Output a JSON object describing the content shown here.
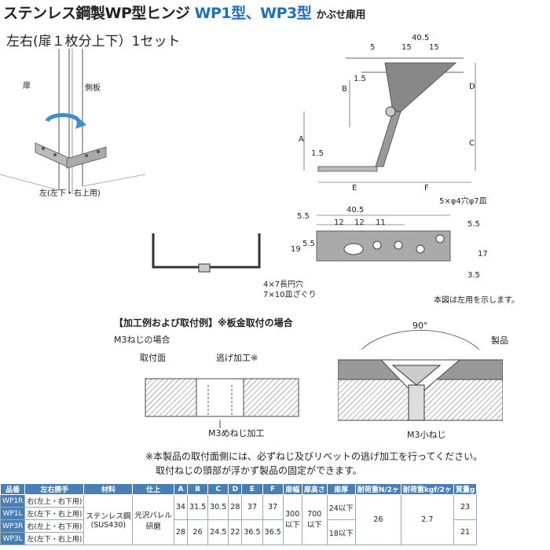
{
  "header": {
    "title_prefix": "ステンレス鋼製WP型ヒンジ",
    "title_models": "WP1型、WP3型",
    "title_suffix": "かぶせ扉用",
    "subtitle": "左右(扉１枚分上下）1セット"
  },
  "photo": {
    "door_label": "扉",
    "side_label": "側板",
    "caption": "左(左下・右上用)"
  },
  "drawing_top": {
    "dims": [
      "40.5",
      "5",
      "15",
      "15",
      "B",
      "1.5",
      "D",
      "A",
      "1.5",
      "C",
      "E",
      "F"
    ]
  },
  "drawing_mid": {
    "dims": [
      "40.5",
      "12",
      "12",
      "11",
      "5.5",
      "19",
      "5.5",
      "5.5",
      "17",
      "3.5"
    ],
    "hole_note": "5×φ4穴φ7皿",
    "slot_note_1": "4×7長円穴",
    "slot_note_2": "7×10皿ざぐり",
    "left_note": "本図は左用を示します。"
  },
  "process": {
    "heading": "【加工例および取付例】※板金取付の場合",
    "subheading": "M3ねじの場合",
    "surface_label": "取付面",
    "relief_label": "逃げ加工※",
    "thread_label": "M3めねじ加工",
    "angle_label": "90°",
    "product_label": "製品",
    "screw_label": "M3小ねじ",
    "note_1": "※本製品の取付面側には、必ずねじ及びリベットの逃げ加工を行ってください。",
    "note_2": "取付ねじの頭部が浮かず製品の固定ができます。"
  },
  "table": {
    "headers": [
      "品番",
      "左右勝手",
      "材料",
      "仕上",
      "A",
      "B",
      "C",
      "D",
      "E",
      "F",
      "扉幅",
      "扉高さ",
      "扉厚",
      "耐荷重N/2ヶ",
      "耐荷重kgf/2ヶ",
      "質量g"
    ],
    "rows": [
      {
        "code": "WP1R",
        "side": "右(左上・右下用)"
      },
      {
        "code": "WP1L",
        "side": "左(左下・右上用)"
      },
      {
        "code": "WP3R",
        "side": "右(左上・右下用)"
      },
      {
        "code": "WP3L",
        "side": "左(左下・右上用)"
      }
    ],
    "material": "ステンレス鋼",
    "material_sub": "(SUS430)",
    "finish": "光沢バレル",
    "finish_sub": "研磨",
    "wp1_dims": [
      "34",
      "31.5",
      "30.5",
      "28",
      "37",
      "37"
    ],
    "wp3_dims": [
      "28",
      "26",
      "24.5",
      "22",
      "36.5",
      "36.5"
    ],
    "door_width": "300",
    "door_width_sub": "以下",
    "door_height": "700",
    "door_height_sub": "以下",
    "thick_wp1": "24以下",
    "thick_wp3": "18以下",
    "load_n": "26",
    "load_kgf": "2.7",
    "mass_wp1": "23",
    "mass_wp3": "21"
  }
}
